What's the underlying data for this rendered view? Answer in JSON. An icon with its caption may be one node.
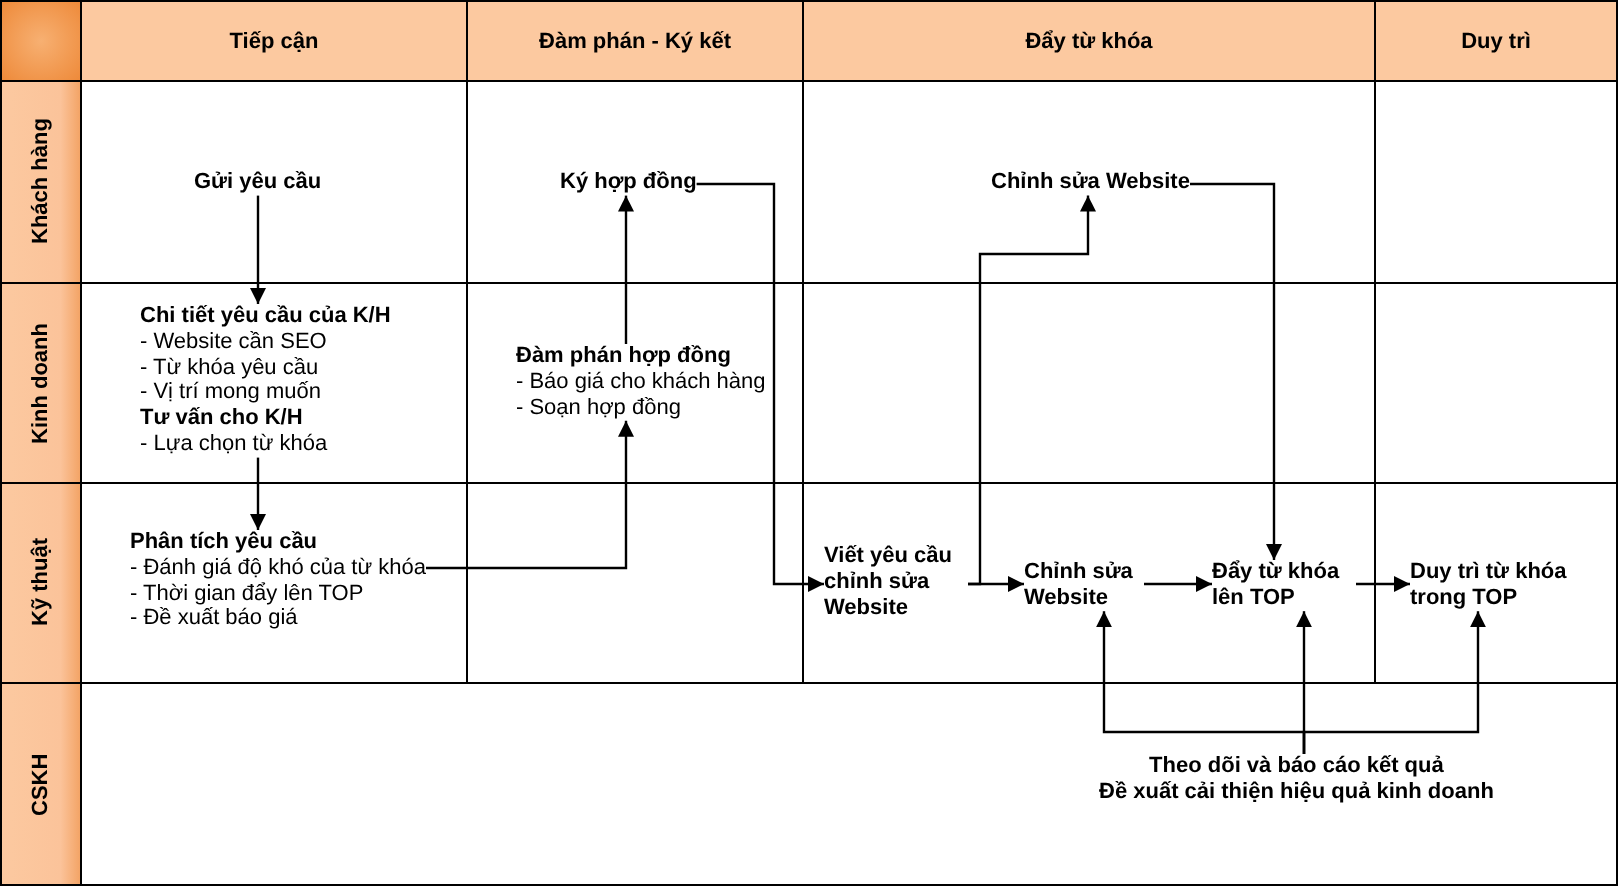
{
  "diagram": {
    "nodes": [
      {
        "text": [
          "Tiếp cận"
        ]
      },
      {
        "text": [
          "Đàm phán - Ký kết"
        ]
      },
      {
        "text": [
          "Đẩy từ khóa"
        ]
      },
      {
        "text": [
          "Duy trì"
        ]
      },
      {
        "text": [
          "Khách hàng"
        ]
      },
      {
        "text": [
          "Gửi yêu cầu"
        ],
        "in": 4
      },
      {
        "text": [
          "Ký hợp đồng"
        ],
        "in": 4
      },
      {
        "text": [
          "Chỉnh sửa Website"
        ],
        "in": 4
      },
      {
        "text": [
          "Kinh doanh"
        ]
      },
      {
        "text": [
          "Chi tiết yêu cầu của K/H",
          "- Website cần SEO",
          "- Từ khóa yêu cầu",
          "- Vị trí mong muốn",
          "Tư vấn cho K/H",
          "- Lựa chọn từ khóa"
        ],
        "in": 8
      },
      {
        "text": [
          "Đàm phán hợp đồng",
          "- Báo giá cho khách hàng",
          "- Soạn hợp đồng"
        ],
        "in": 8
      },
      {
        "text": [
          "Kỹ thuật"
        ]
      },
      {
        "text": [
          "Phân tích yêu cầu",
          "- Đánh giá độ khó của từ khóa",
          "- Thời gian đẩy lên TOP",
          "- Đề xuất báo giá"
        ],
        "in": 11
      },
      {
        "text": [
          "Viết yêu cầu chỉnh sửa Website"
        ],
        "in": 11
      },
      {
        "text": [
          "Chỉnh sửa Website"
        ],
        "in": 11
      },
      {
        "text": [
          "Đẩy từ khóa lên TOP"
        ],
        "in": 11
      },
      {
        "text": [
          "Duy trì từ khóa trong TOP"
        ],
        "in": 11
      },
      {
        "text": [
          "CSKH"
        ]
      },
      {
        "text": [
          "Theo dõi và báo cáo kết quả",
          "Đề xuất cải thiện hiệu quả kinh doanh"
        ],
        "in": 17
      }
    ],
    "edges": [
      {
        "from": 5,
        "to": 9,
        "arrow": "to"
      },
      {
        "from": 9,
        "to": 12,
        "arrow": "to"
      },
      {
        "from": 12,
        "to": 10,
        "arrow": "to"
      },
      {
        "from": 10,
        "to": 6,
        "arrow": "to"
      },
      {
        "from": 6,
        "to": 13,
        "arrow": "to"
      },
      {
        "from": 13,
        "to": 7,
        "arrow": "to"
      },
      {
        "from": 13,
        "to": 14,
        "arrow": "to"
      },
      {
        "from": 7,
        "to": 15,
        "arrow": "to"
      },
      {
        "from": 14,
        "to": 15,
        "arrow": "to"
      },
      {
        "from": 15,
        "to": 16,
        "arrow": "to"
      },
      {
        "from": 18,
        "to": 14,
        "arrow": "to"
      },
      {
        "from": 18,
        "to": 15,
        "arrow": "to"
      },
      {
        "from": 18,
        "to": 16,
        "arrow": "to"
      }
    ]
  }
}
